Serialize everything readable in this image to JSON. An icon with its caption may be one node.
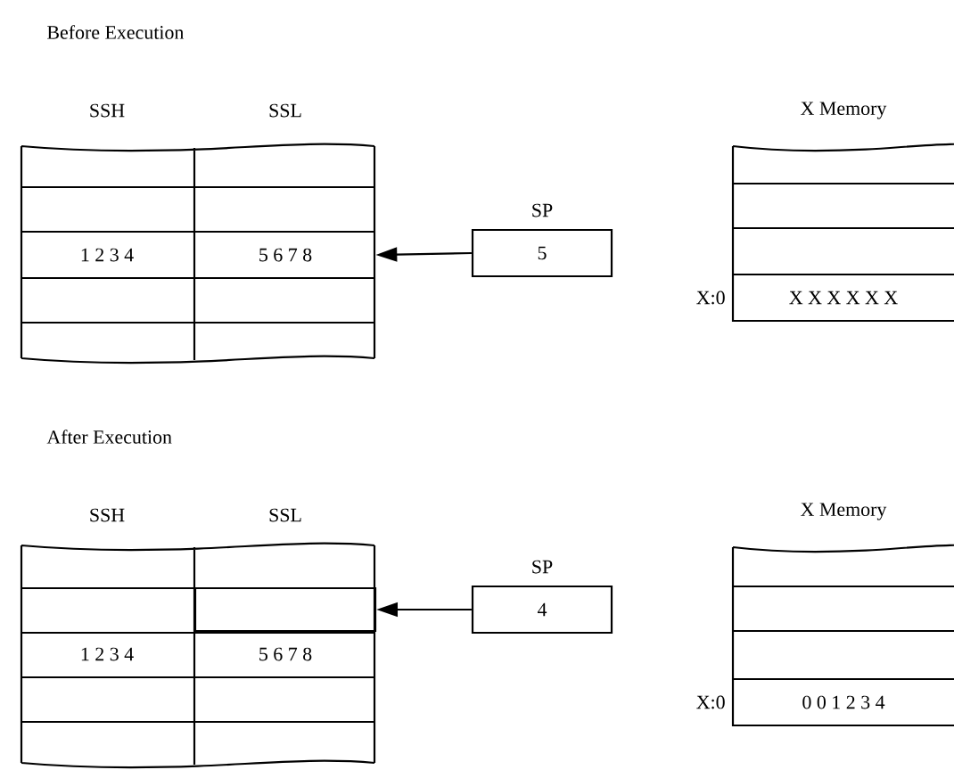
{
  "diagram": {
    "nodes": [
      {
        "text": [
          "1 2 3 4"
        ]
      },
      {
        "text": [
          "5 6 7 8"
        ]
      },
      {
        "text": [
          "SP",
          "5"
        ]
      },
      {
        "text": [
          "X X X X X X"
        ],
        "beside": [
          "X:0"
        ]
      },
      {
        "text": [
          "1 2 3 4"
        ]
      },
      {
        "text": [
          "5 6 7 8"
        ]
      },
      {
        "text": [],
        "shape": "box"
      },
      {
        "text": [
          "SP",
          "4"
        ]
      },
      {
        "text": [
          "0 0 1 2 3 4"
        ],
        "beside": [
          "X:0"
        ]
      }
    ],
    "edges": [
      {
        "from": 2,
        "to": 1,
        "arrow": "to"
      },
      {
        "from": 7,
        "to": 6,
        "arrow": "to"
      }
    ],
    "labels": [
      "Before Execution",
      "SSH",
      "SSL",
      "X Memory",
      "After Execution",
      "SSH",
      "SSL",
      "X Memory"
    ]
  }
}
